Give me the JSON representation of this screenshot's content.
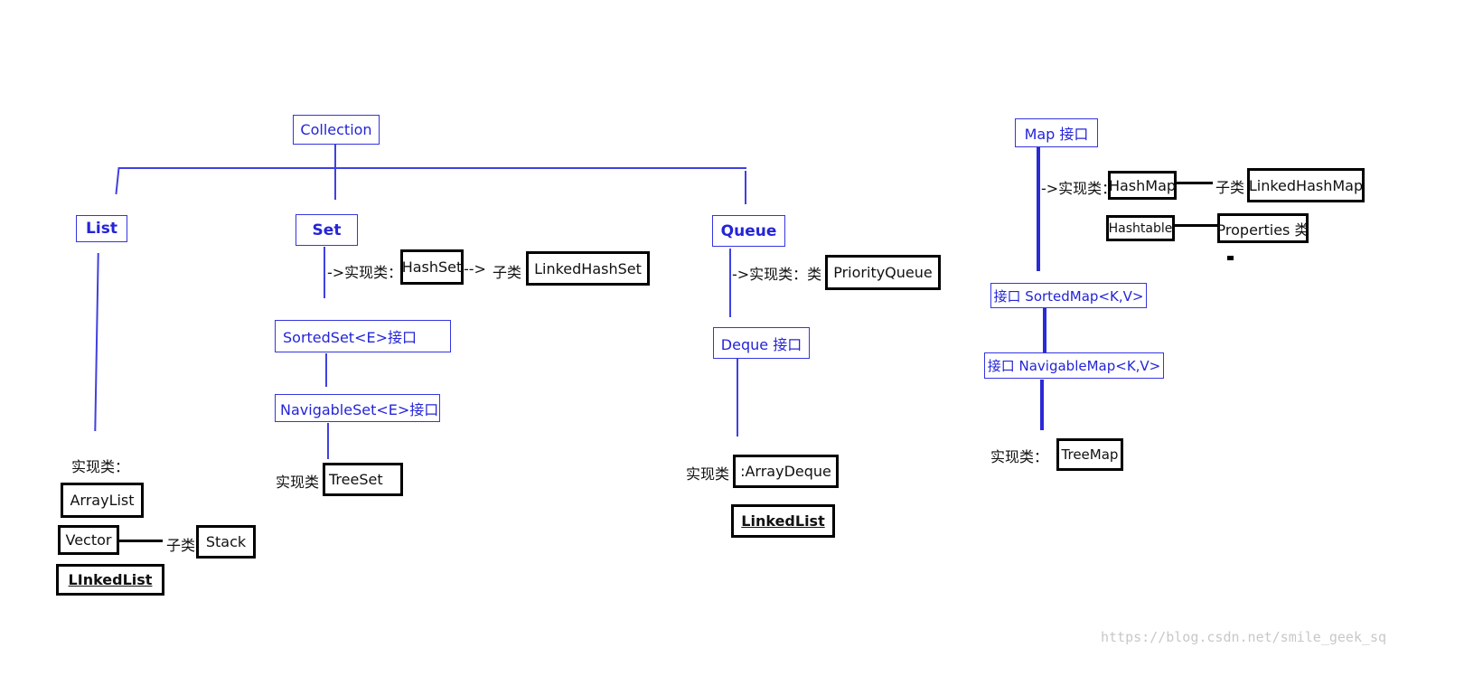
{
  "collection": {
    "root": "Collection",
    "list": {
      "title": "List",
      "impl_label": "实现类：",
      "classes": [
        "ArrayList",
        "Vector",
        "LInkedList"
      ],
      "subclass_label": "子类",
      "subclass": "Stack"
    },
    "set": {
      "title": "Set",
      "impl_label": "->实现类：",
      "hashset": "HashSet",
      "arrow": "-->",
      "subclass_label": "子类",
      "subclass": "LinkedHashSet",
      "sorted": "SortedSet<E>接口",
      "navigable": "NavigableSet<E>接口",
      "tree_label": "实现类",
      "treeset": "TreeSet"
    },
    "queue": {
      "title": "Queue",
      "impl_label": "->实现类：类",
      "priority": "PriorityQueue",
      "deque": "Deque 接口",
      "deque_impl_label": "实现类",
      "arraydeque": ":ArrayDeque",
      "linkedlist": "LinkedList"
    }
  },
  "map": {
    "title": "Map 接口",
    "impl_label": "->实现类：",
    "hashmap": "HashMap",
    "subclass_label": "子类",
    "linkedhashmap": "LinkedHashMap",
    "hashtable": "Hashtable",
    "properties": "Properties 类",
    "sorted": "接口  SortedMap<K,V>",
    "navigable": "接口  NavigableMap<K,V>",
    "tree_label": "实现类：",
    "treemap": "TreeMap"
  },
  "watermark": "https://blog.csdn.net/smile_geek_sq",
  "colors": {
    "interface": "#2424d8",
    "class_border": "#000000",
    "background": "#ffffff"
  }
}
